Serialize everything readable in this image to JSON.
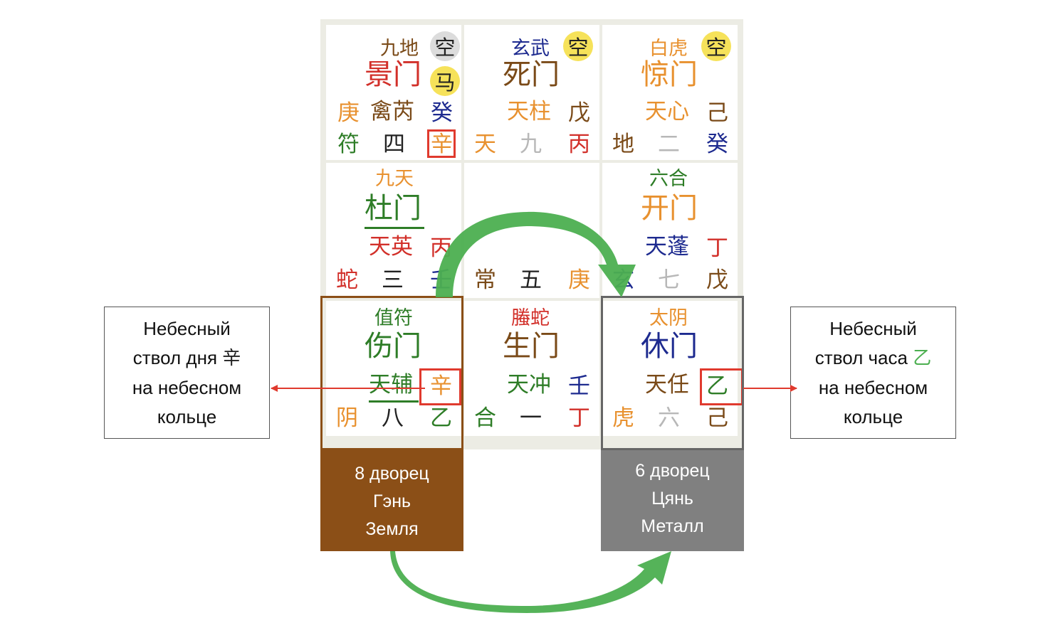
{
  "colors": {
    "orange": "#e8912f",
    "red": "#d2302a",
    "brown": "#7a4a18",
    "blue": "#1d2a8f",
    "green": "#2e7d27",
    "black": "#222222",
    "gray": "#b8b8b8",
    "yellow_badge": "#f6e25a",
    "gray_badge": "#dcdcdc",
    "palace8_bg": "#8b4f17",
    "palace6_bg": "#808080",
    "arrow_green": "#4caf50",
    "pointer_red": "#e03a2e"
  },
  "cells": {
    "top_left": {
      "spirit": "九地",
      "door": "景门",
      "star": "禽芮",
      "badge_empty": "空",
      "badge_horse": "马",
      "left": "庚",
      "right": "癸",
      "bottom_left": "符",
      "number": "四",
      "bottom_right": "辛"
    },
    "top_center": {
      "spirit": "玄武",
      "door": "死门",
      "star": "天柱",
      "badge_empty": "空",
      "right": "戊",
      "bottom_left": "天",
      "number": "九",
      "bottom_right": "丙"
    },
    "top_right": {
      "spirit": "白虎",
      "door": "惊门",
      "star": "天心",
      "badge_empty": "空",
      "right": "己",
      "bottom_left": "地",
      "number": "二",
      "bottom_right": "癸"
    },
    "middle_left": {
      "spirit": "九天",
      "door": "杜门",
      "star": "天英",
      "right": "丙",
      "bottom_left": "蛇",
      "number": "三",
      "bottom_right": "壬"
    },
    "middle_center": {
      "bottom_left": "常",
      "number": "五",
      "bottom_right": "庚"
    },
    "middle_right": {
      "spirit": "六合",
      "door": "开门",
      "star": "天蓬",
      "right": "丁",
      "bottom_left": "玄",
      "number": "七",
      "bottom_right": "戊"
    },
    "bottom_left": {
      "spirit": "值符",
      "door": "伤门",
      "star": "天辅",
      "right": "辛",
      "bottom_left": "阴",
      "number": "八",
      "bottom_right": "乙"
    },
    "bottom_center": {
      "spirit": "螣蛇",
      "door": "生门",
      "star": "天冲",
      "right": "壬",
      "bottom_left": "合",
      "number": "一",
      "bottom_right": "丁"
    },
    "bottom_right": {
      "spirit": "太阴",
      "door": "休门",
      "star": "天任",
      "right": "乙",
      "bottom_left": "虎",
      "number": "六",
      "bottom_right": "己"
    }
  },
  "palaces": {
    "eight": {
      "line1": "8 дворец",
      "line2": "Гэнь",
      "line3": "Земля"
    },
    "six": {
      "line1": "6 дворец",
      "line2": "Цянь",
      "line3": "Металл"
    }
  },
  "notes": {
    "left": {
      "line1": "Небесный",
      "line2_text": "ствол дня",
      "line2_glyph": "辛",
      "line3": "на небесном",
      "line4": "кольце"
    },
    "right": {
      "line1": "Небесный",
      "line2_text": "ствол часа",
      "line2_glyph": "乙",
      "line3": "на небесном",
      "line4": "кольце"
    }
  }
}
